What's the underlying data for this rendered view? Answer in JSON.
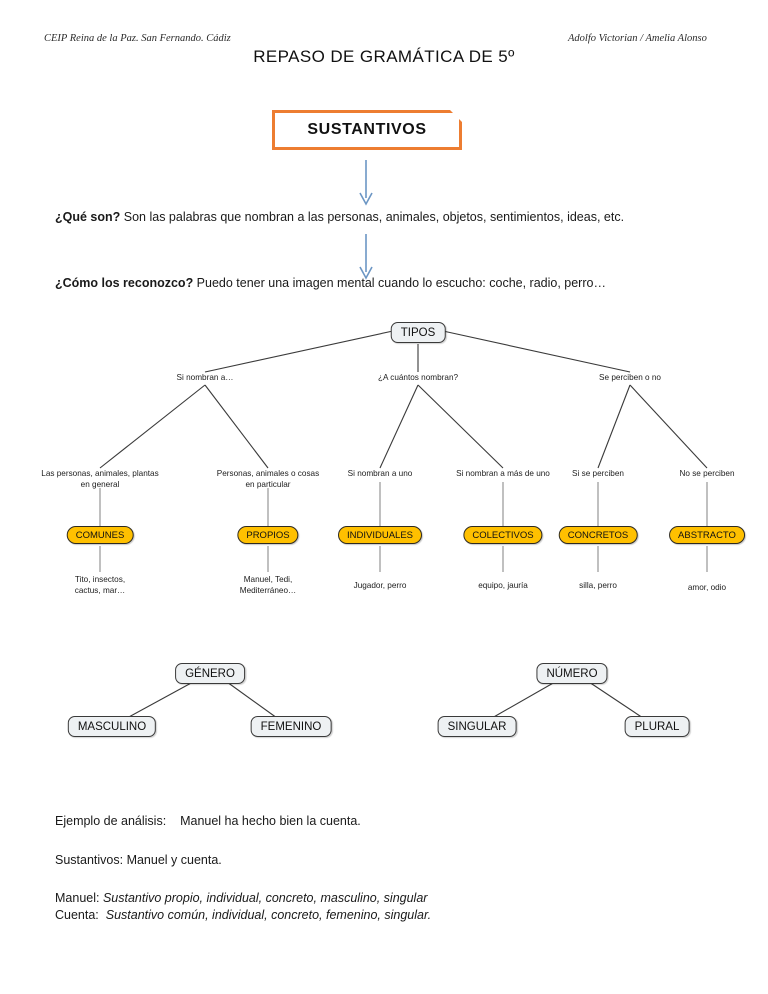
{
  "header": {
    "school": "CEIP Reina de la Paz. San Fernando. Cádiz",
    "authors": "Adolfo Victorian / Amelia Alonso",
    "title": "REPASO DE GRAMÁTICA DE 5º"
  },
  "banner": {
    "label": "SUSTANTIVOS"
  },
  "definitions": [
    {
      "question": "¿Qué son?",
      "answer": " Son las  palabras que nombran a las personas, animales, objetos, sentimientos, ideas, etc."
    },
    {
      "question": "¿Cómo los reconozco?",
      "answer": " Puedo tener una imagen mental cuando lo escucho: coche, radio, perro…"
    }
  ],
  "tree_tipos": {
    "root": "TIPOS",
    "branches": [
      {
        "criterion": "Si nombran a…",
        "children": [
          {
            "condition": "Las personas, animales, plantas\nen general",
            "type": "COMUNES",
            "examples": "Tito, insectos,\ncactus, mar…"
          },
          {
            "condition": "Personas, animales o cosas\nen particular",
            "type": "PROPIOS",
            "examples": "Manuel, Tedi,\nMediterráneo…"
          }
        ]
      },
      {
        "criterion": "¿A cuántos nombran?",
        "children": [
          {
            "condition": "Si nombran a uno",
            "type": "INDIVIDUALES",
            "examples": "Jugador, perro"
          },
          {
            "condition": "Si nombran a más de uno",
            "type": "COLECTIVOS",
            "examples": "equipo, jauría"
          }
        ]
      },
      {
        "criterion": "Se perciben o no",
        "children": [
          {
            "condition": "Si se perciben",
            "type": "CONCRETOS",
            "examples": "silla, perro"
          },
          {
            "condition": "No se perciben",
            "type": "ABSTRACTO",
            "examples": "amor, odio"
          }
        ]
      }
    ]
  },
  "tree_genero": {
    "root": "GÉNERO",
    "children": [
      "MASCULINO",
      "FEMENINO"
    ]
  },
  "tree_numero": {
    "root": "NÚMERO",
    "children": [
      "SINGULAR",
      "PLURAL"
    ]
  },
  "example": {
    "line1_label": "Ejemplo de análisis:",
    "line1_sentence": "Manuel ha hecho bien la cuenta.",
    "line2": "Sustantivos: Manuel y cuenta.",
    "line3_label": "Manuel:",
    "line3_value": "Sustantivo propio, individual, concreto, masculino, singular",
    "line4_label": "Cuenta:",
    "line4_value": "Sustantivo común, individual, concreto, femenino, singular."
  },
  "colors": {
    "banner_border": "#ED7D31",
    "arrow_blue": "#6C96C4",
    "node_amber": "#FFC000",
    "node_grey": "#eef1f3"
  }
}
